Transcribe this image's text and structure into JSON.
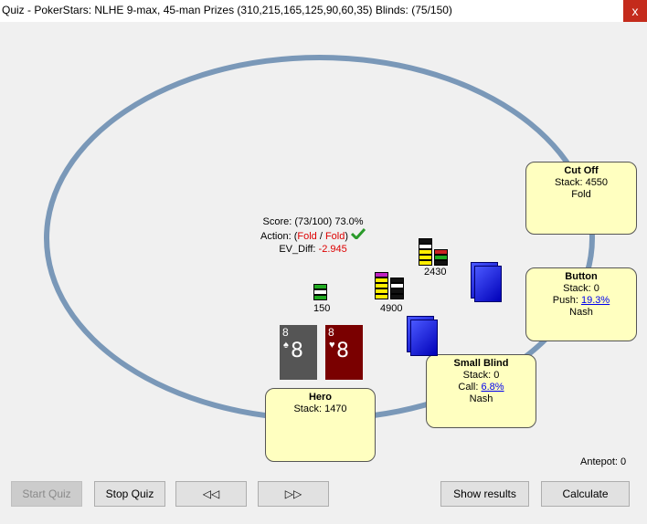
{
  "window": {
    "title": "Quiz - PokerStars: NLHE 9-max, 45-man Prizes (310,215,165,125,90,60,35) Blinds: (75/150)",
    "close_glyph": "x"
  },
  "colors": {
    "table_rail": "#7a98b8",
    "seat_bg": "#ffffc0",
    "card_back": "#0000c8",
    "fold_red": "#dd0000",
    "check_green": "#2a9a2a"
  },
  "info": {
    "score_label": "Score:",
    "score_value": "(73/100) 73.0%",
    "action_label": "Action:",
    "action_open": "(",
    "action_1": "Fold",
    "action_sep": " / ",
    "action_2": "Fold",
    "action_close": ")",
    "action_icon": "checkmark-icon",
    "ev_label": "EV_Diff:",
    "ev_value": "-2.945"
  },
  "seats": {
    "cutoff": {
      "name": "Cut Off",
      "stack": "Stack: 4550",
      "action": "Fold"
    },
    "button": {
      "name": "Button",
      "stack": "Stack: 0",
      "push_label": "Push:",
      "push_value": "19.3%",
      "mode": "Nash"
    },
    "small_blind": {
      "name": "Small Blind",
      "stack": "Stack: 0",
      "call_label": "Call:",
      "call_value": "6.8%",
      "mode": "Nash"
    },
    "hero": {
      "name": "Hero",
      "stack": "Stack: 1470"
    }
  },
  "bets": {
    "hero": "150",
    "small_blind": "4900",
    "button": "2430"
  },
  "hero_cards": [
    {
      "rank": "8",
      "suit": "♠",
      "big": "8",
      "color": "#555555"
    },
    {
      "rank": "8",
      "suit": "♥",
      "big": "8",
      "color": "#7a0000"
    }
  ],
  "antepot": "Antepot: 0",
  "buttons": {
    "start": "Start Quiz",
    "stop": "Stop Quiz",
    "prev": "◁◁",
    "next": "▷▷",
    "results": "Show results",
    "calculate": "Calculate"
  }
}
